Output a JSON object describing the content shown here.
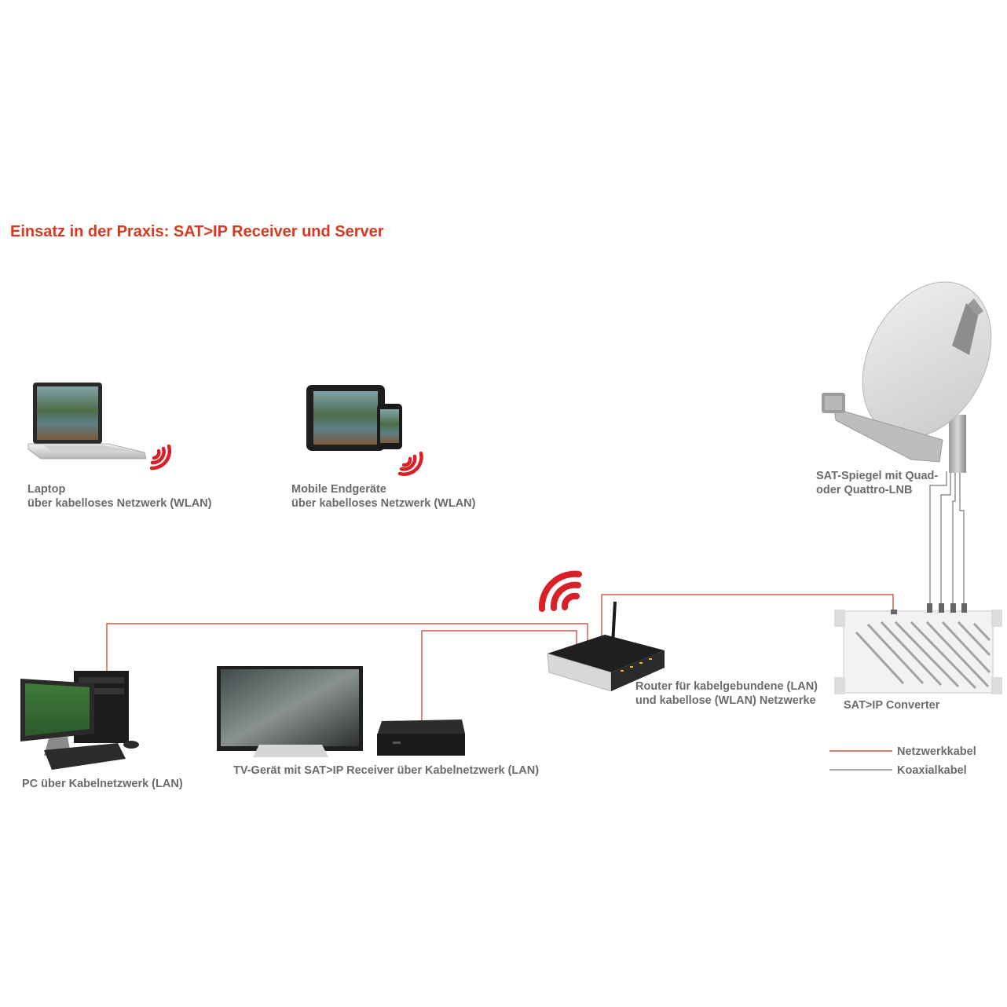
{
  "title": "Einsatz in der Praxis: SAT>IP Receiver und Server",
  "devices": {
    "laptop": {
      "line1": "Laptop",
      "line2": "über kabelloses Netzwerk (WLAN)"
    },
    "mobile": {
      "line1": "Mobile Endgeräte",
      "line2": "über kabelloses Netzwerk (WLAN)"
    },
    "dish": {
      "line1": "SAT-Spiegel mit Quad-",
      "line2": "oder Quattro-LNB"
    },
    "router": {
      "line1": "Router für kabelgebundene (LAN)",
      "line2": "und kabellose (WLAN) Netzwerke"
    },
    "converter": {
      "line1": "SAT>IP Converter"
    },
    "pc": {
      "line1": "PC über Kabelnetzwerk (LAN)"
    },
    "tv": {
      "line1": "TV-Gerät mit SAT>IP Receiver über Kabelnetzwerk (LAN)"
    }
  },
  "legend": {
    "network": "Netzwerkkabel",
    "coax": "Koaxialkabel"
  },
  "colors": {
    "title": "#d9381e",
    "network_cable": "#c0392b",
    "coax_cable": "#777777",
    "wifi": "#d92027",
    "label": "#6b6b6b"
  },
  "icons": [
    "wifi-signal-icon",
    "laptop-icon",
    "tablet-icon",
    "smartphone-icon",
    "satellite-dish-icon",
    "router-icon",
    "sat-ip-converter-icon",
    "desktop-pc-icon",
    "tv-icon",
    "set-top-box-icon"
  ]
}
